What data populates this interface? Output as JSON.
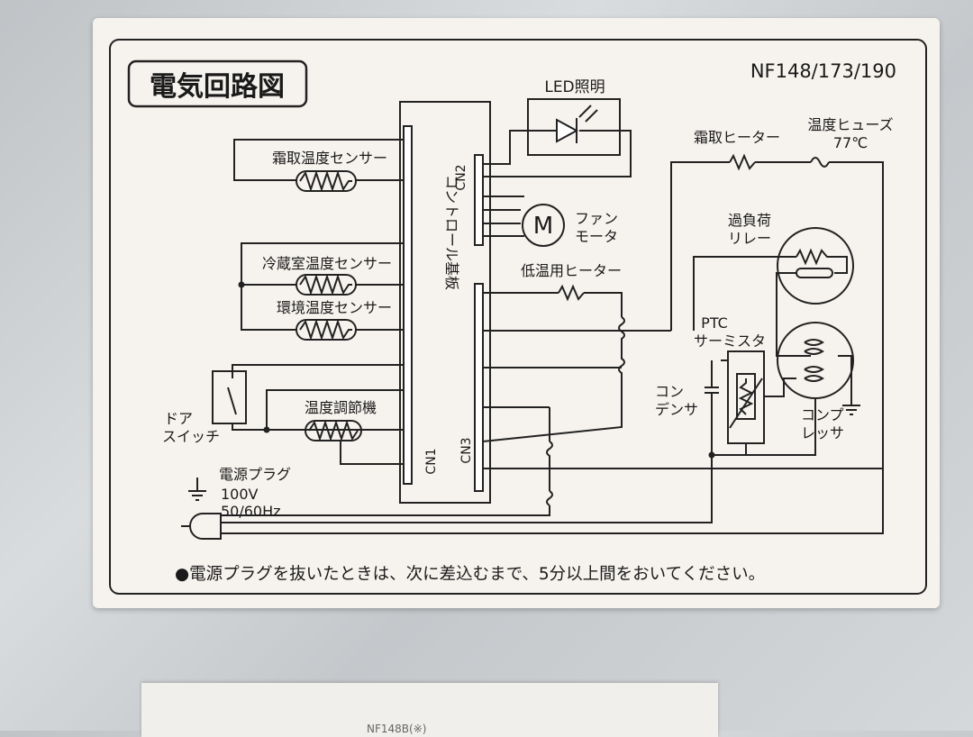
{
  "title": "電気回路図",
  "model": "NF148/173/190",
  "board_label": "コントロール基板",
  "connectors": {
    "cn1": "CN1",
    "cn2": "CN2",
    "cn3": "CN3"
  },
  "components": {
    "led": "LED照明",
    "defrost_sensor": "霜取温度センサー",
    "fridge_sensor": "冷蔵室温度センサー",
    "env_sensor": "環境温度センサー",
    "door_switch_1": "ドア",
    "door_switch_2": "スイッチ",
    "thermostat": "温度調節機",
    "fan_motor_1": "ファン",
    "fan_motor_2": "モータ",
    "motor_symbol": "M",
    "low_temp_heater": "低温用ヒーター",
    "defrost_heater": "霜取ヒーター",
    "temp_fuse_1": "温度ヒューズ",
    "temp_fuse_2": "77℃",
    "overload_relay_1": "過負荷",
    "overload_relay_2": "リレー",
    "ptc_1": "PTC",
    "ptc_2": "サーミスタ",
    "condenser_1": "コン",
    "condenser_2": "デンサ",
    "compressor_1": "コンプ",
    "compressor_2": "レッサ"
  },
  "power": {
    "label": "電源プラグ",
    "voltage": "100V",
    "frequency": "50/60Hz"
  },
  "note": "●電源プラグを抜いたときは、次に差込むまで、5分以上間をおいてください。",
  "bottom_label": "NF148B(※)"
}
